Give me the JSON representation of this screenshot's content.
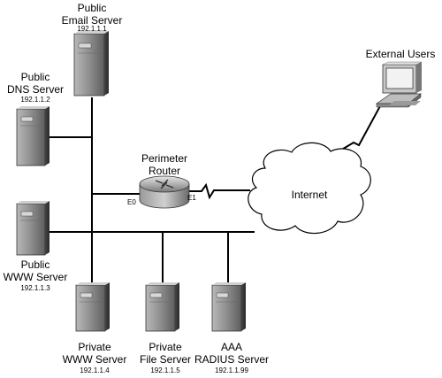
{
  "nodes": {
    "email_server": {
      "line1": "Public",
      "line2": "Email Server",
      "ip": "192.1.1.1"
    },
    "dns_server": {
      "line1": "Public",
      "line2": "DNS Server",
      "ip": "192.1.1.2"
    },
    "www_public": {
      "line1": "Public",
      "line2": "WWW Server",
      "ip": "192.1.1.3"
    },
    "www_private": {
      "line1": "Private",
      "line2": "WWW Server",
      "ip": "192.1.1.4"
    },
    "file_server": {
      "line1": "Private",
      "line2": "File Server",
      "ip": "192.1.1.5"
    },
    "aaa_server": {
      "line1": "AAA",
      "line2": "RADIUS Server",
      "ip": "192.1.1.99"
    },
    "router": {
      "line1": "Perimeter",
      "line2": "Router",
      "port_e0": "E0",
      "port_e1": "E1"
    },
    "internet": {
      "label": "Internet"
    },
    "external_users": {
      "label": "External Users"
    }
  }
}
